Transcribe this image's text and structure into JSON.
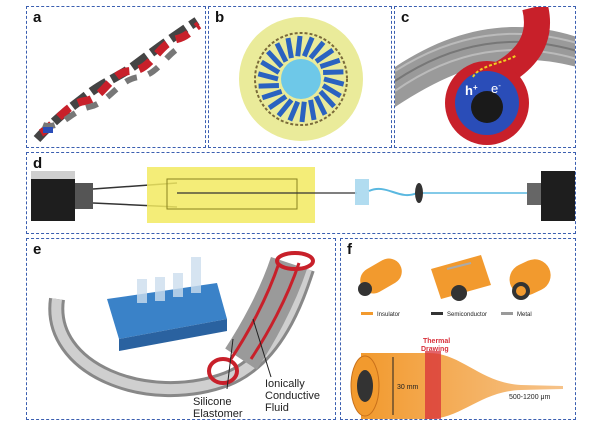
{
  "panels": {
    "a": {
      "label": "a"
    },
    "b": {
      "label": "b"
    },
    "c": {
      "label": "c",
      "hole_label": "h",
      "hole_sup": "+",
      "electron_label": "e",
      "electron_sup": "-"
    },
    "d": {
      "label": "d"
    },
    "e": {
      "label": "e",
      "silicone_label_1": "Silicone",
      "silicone_label_2": "Elastomer",
      "fluid_label_1": "Ionically",
      "fluid_label_2": "Conductive",
      "fluid_label_3": "Fluid"
    },
    "f": {
      "label": "f",
      "legend": [
        {
          "label": "Insulator",
          "color": "#f29a2e"
        },
        {
          "label": "Semiconductor",
          "color": "#333333"
        },
        {
          "label": "Metal",
          "color": "#9a9a9a"
        }
      ],
      "drawing_label_1": "Thermal",
      "drawing_label_2": "Drawing",
      "preform_size": "30 mm",
      "fiber_size": "500-1200 μm"
    }
  },
  "colors": {
    "border": "#3b5fb0",
    "insulator": "#f29a2e",
    "red": "#c8202a",
    "blue": "#2a4db8",
    "yellow": "#e8e060"
  }
}
